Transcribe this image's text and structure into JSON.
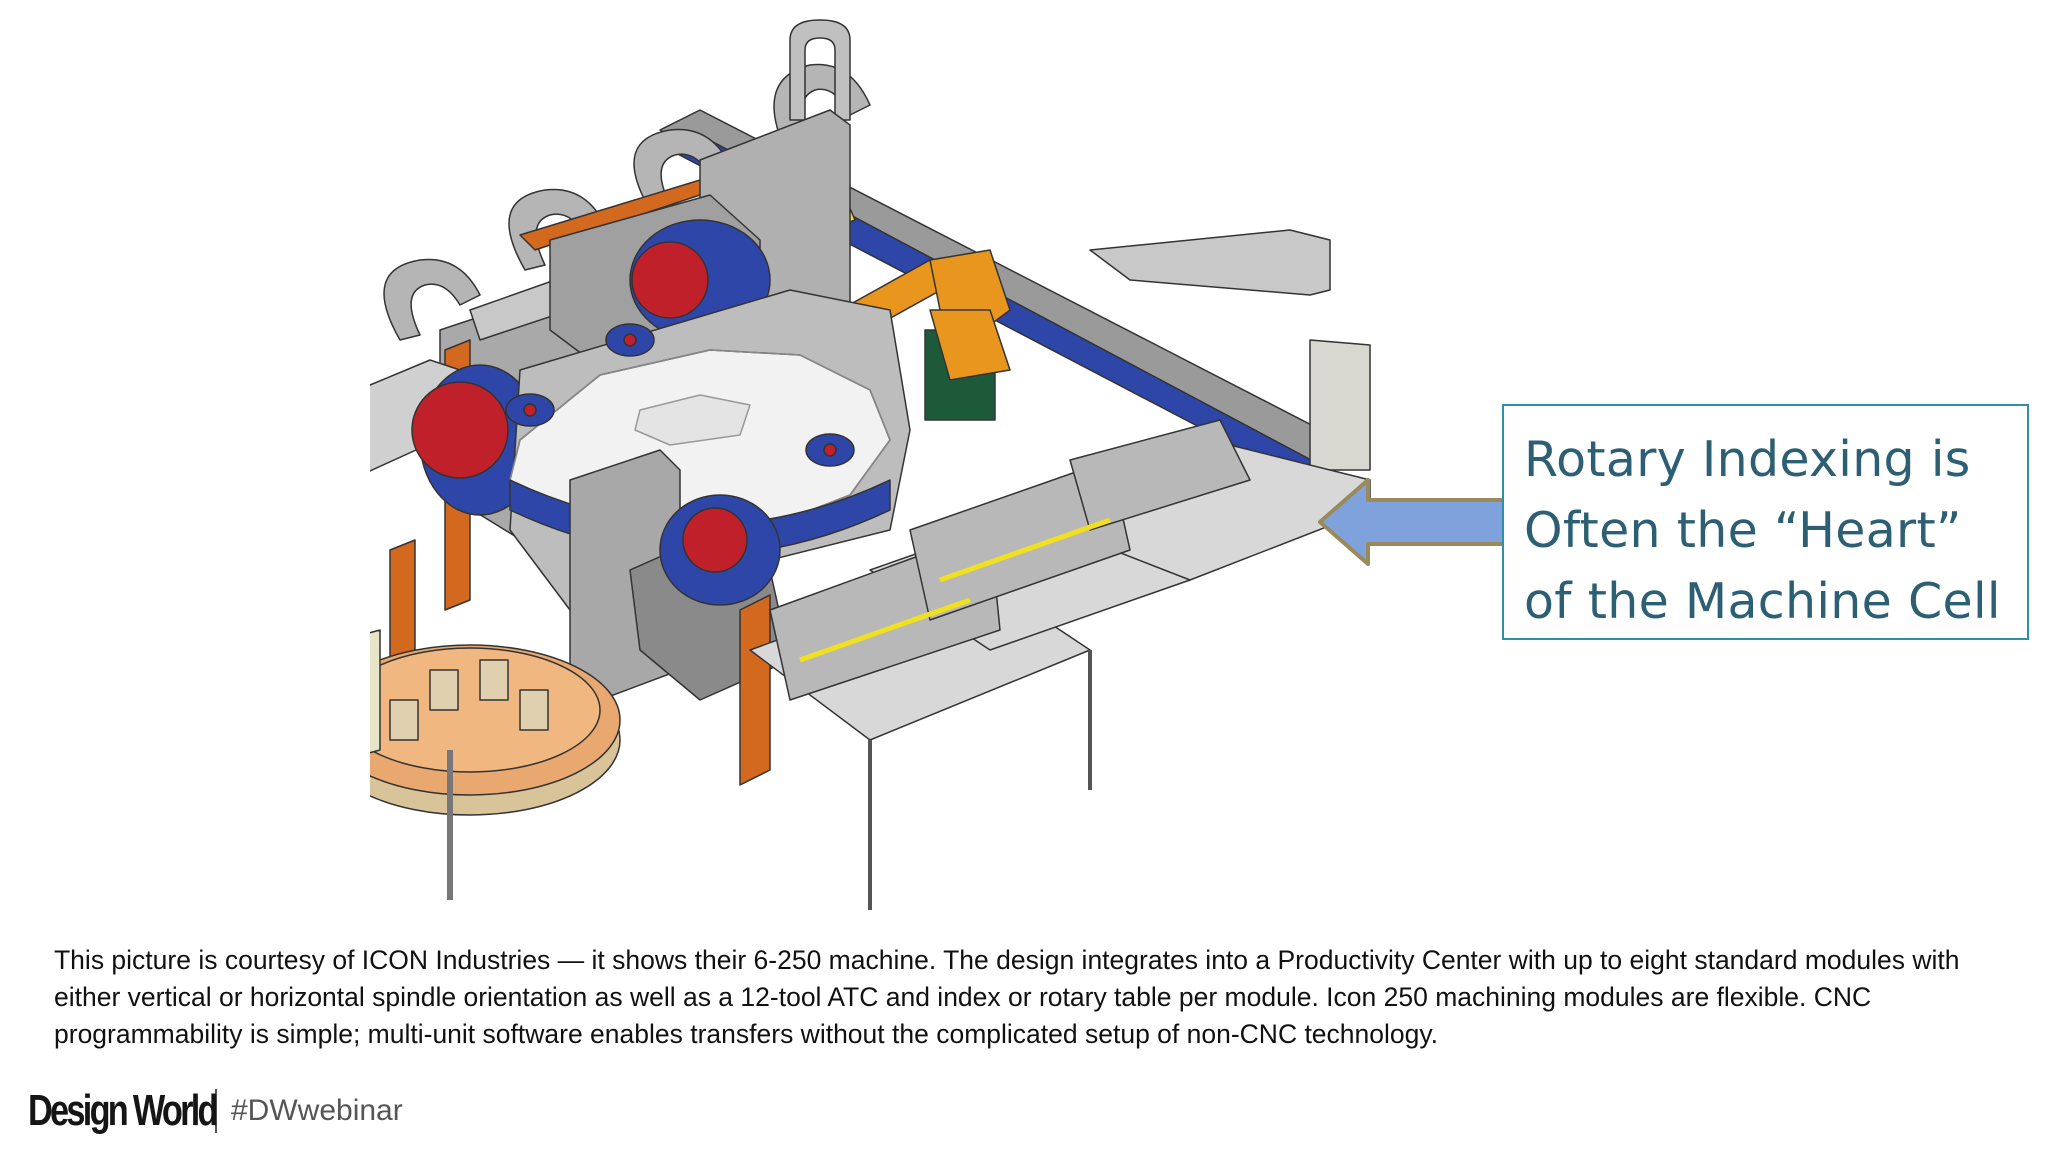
{
  "callout": {
    "text": "Rotary Indexing is\nOften the “Heart”\nof the Machine Cell"
  },
  "caption": {
    "text": "This picture is courtesy of ICON Industries — it shows their 6-250 machine. The design integrates into a Productivity Center with up to eight standard modules with either vertical or horizontal spindle orientation as well as a 12-tool ATC and index or rotary table per module. Icon 250 machining modules are flexible. CNC programmability is simple; multi-unit software enables transfers without the complicated setup of non-CNC technology."
  },
  "footer": {
    "logo": "Design World",
    "hashtag": "#DWwebinar"
  },
  "colors": {
    "callout_border": "#2f8fa6",
    "callout_text": "#2d5f74",
    "arrow_fill": "#7fa2dd",
    "arrow_stroke": "#9a8a5a",
    "machine_blue": "#2e46a8",
    "machine_orange": "#d2691e",
    "machine_red": "#c0202a",
    "machine_yellow": "#f0e020",
    "machine_gray": "#a8a8a8"
  },
  "illustration": "machine-cell-icon"
}
